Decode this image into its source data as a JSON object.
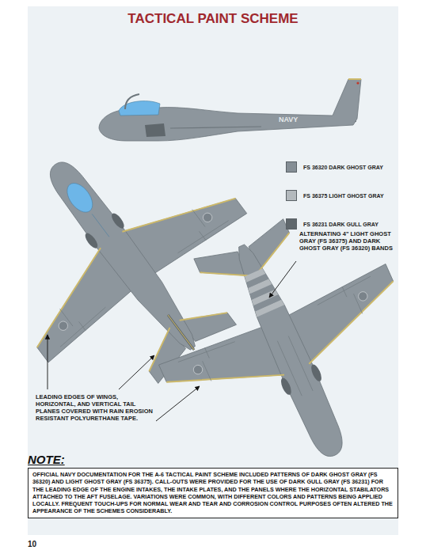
{
  "diagram": {
    "title": "TACTICAL PAINT SCHEME",
    "nodes": [
      {
        "text": [
          "NOTE:",
          "OFFICIAL NAVY DOCUMENTATION FOR THE A-6 TACTICAL PAINT SCHEME INCLUDED PATTERNS OF DARK GHOST GRAY (FS 36320) AND LIGHT GHOST GRAY (FS 36375). CALL-OUTS WERE PROVIDED FOR THE USE OF DARK GULL GRAY (FS 36231) FOR THE LEADING EDGE OF THE ENGINE INTAKES, THE INTAKE PLATES, AND THE PANELS WHERE THE HORIZONTAL STABILATORS ATTACHED TO THE AFT FUSELAGE. VARIATIONS WERE COMMON, WITH DIFFERENT COLORS AND PATTERNS BEING APPLIED LOCALLY. FREQUENT TOUCH-UPS FOR NORMAL WEAR AND TEAR AND CORROSION CONTROL PURPOSES OFTEN ALTERED THE APPEARANCE OF THE SCHEMES CONSIDERABLY."
        ]
      }
    ],
    "labels": [
      "ALTERNATING 4\" LIGHT GHOST GRAY (FS 36375) AND DARK GHOST GRAY (FS 36320) BANDS",
      "LEADING EDGES OF WINGS, HORIZONTAL, AND VERTICAL TAIL PLANES COVERED WITH RAIN EROSION RESISTANT POLYURETHANE TAPE.",
      "NAVY",
      "10"
    ],
    "legend": [
      {
        "text": "FS 36320 DARK GHOST GRAY",
        "color": "#858e95"
      },
      {
        "text": "FS 36375 LIGHT GHOST GRAY",
        "color": "#b3b9bd"
      },
      {
        "text": "FS 36231 DARK GULL GRAY",
        "color": "#5f676c"
      }
    ]
  }
}
